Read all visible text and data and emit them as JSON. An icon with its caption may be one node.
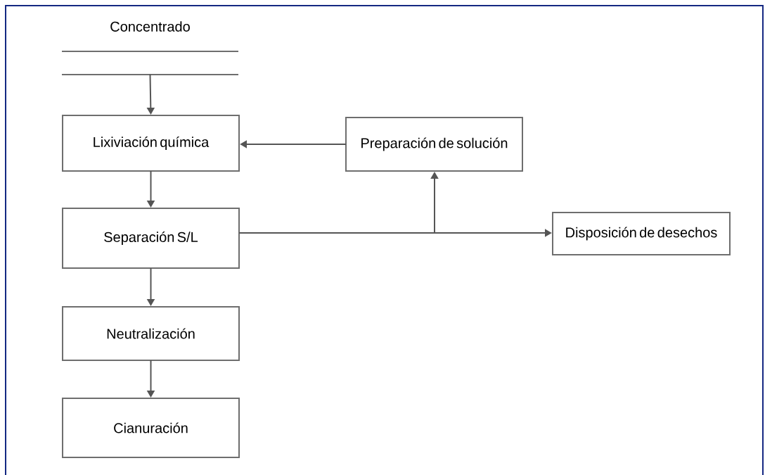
{
  "diagram": {
    "nodes": [
      {
        "text": [
          "Concentrado"
        ]
      },
      {
        "text": [
          "Lixiviación química"
        ]
      },
      {
        "text": [
          "Preparación de solución"
        ]
      },
      {
        "text": [
          "Separación S/L"
        ]
      },
      {
        "text": [
          "Disposición de desechos"
        ]
      },
      {
        "text": [
          "Neutralización"
        ]
      },
      {
        "text": [
          "Cianuración"
        ]
      }
    ],
    "edges": [
      {
        "from": 0,
        "to": 1,
        "arrow": "to"
      },
      {
        "from": 2,
        "to": 1,
        "arrow": "to"
      },
      {
        "from": 1,
        "to": 3,
        "arrow": "to"
      },
      {
        "from": 3,
        "to": 2,
        "arrow": "to"
      },
      {
        "from": 3,
        "to": 4,
        "arrow": "to"
      },
      {
        "from": 3,
        "to": 5,
        "arrow": "to"
      },
      {
        "from": 5,
        "to": 6,
        "arrow": "to"
      }
    ]
  }
}
